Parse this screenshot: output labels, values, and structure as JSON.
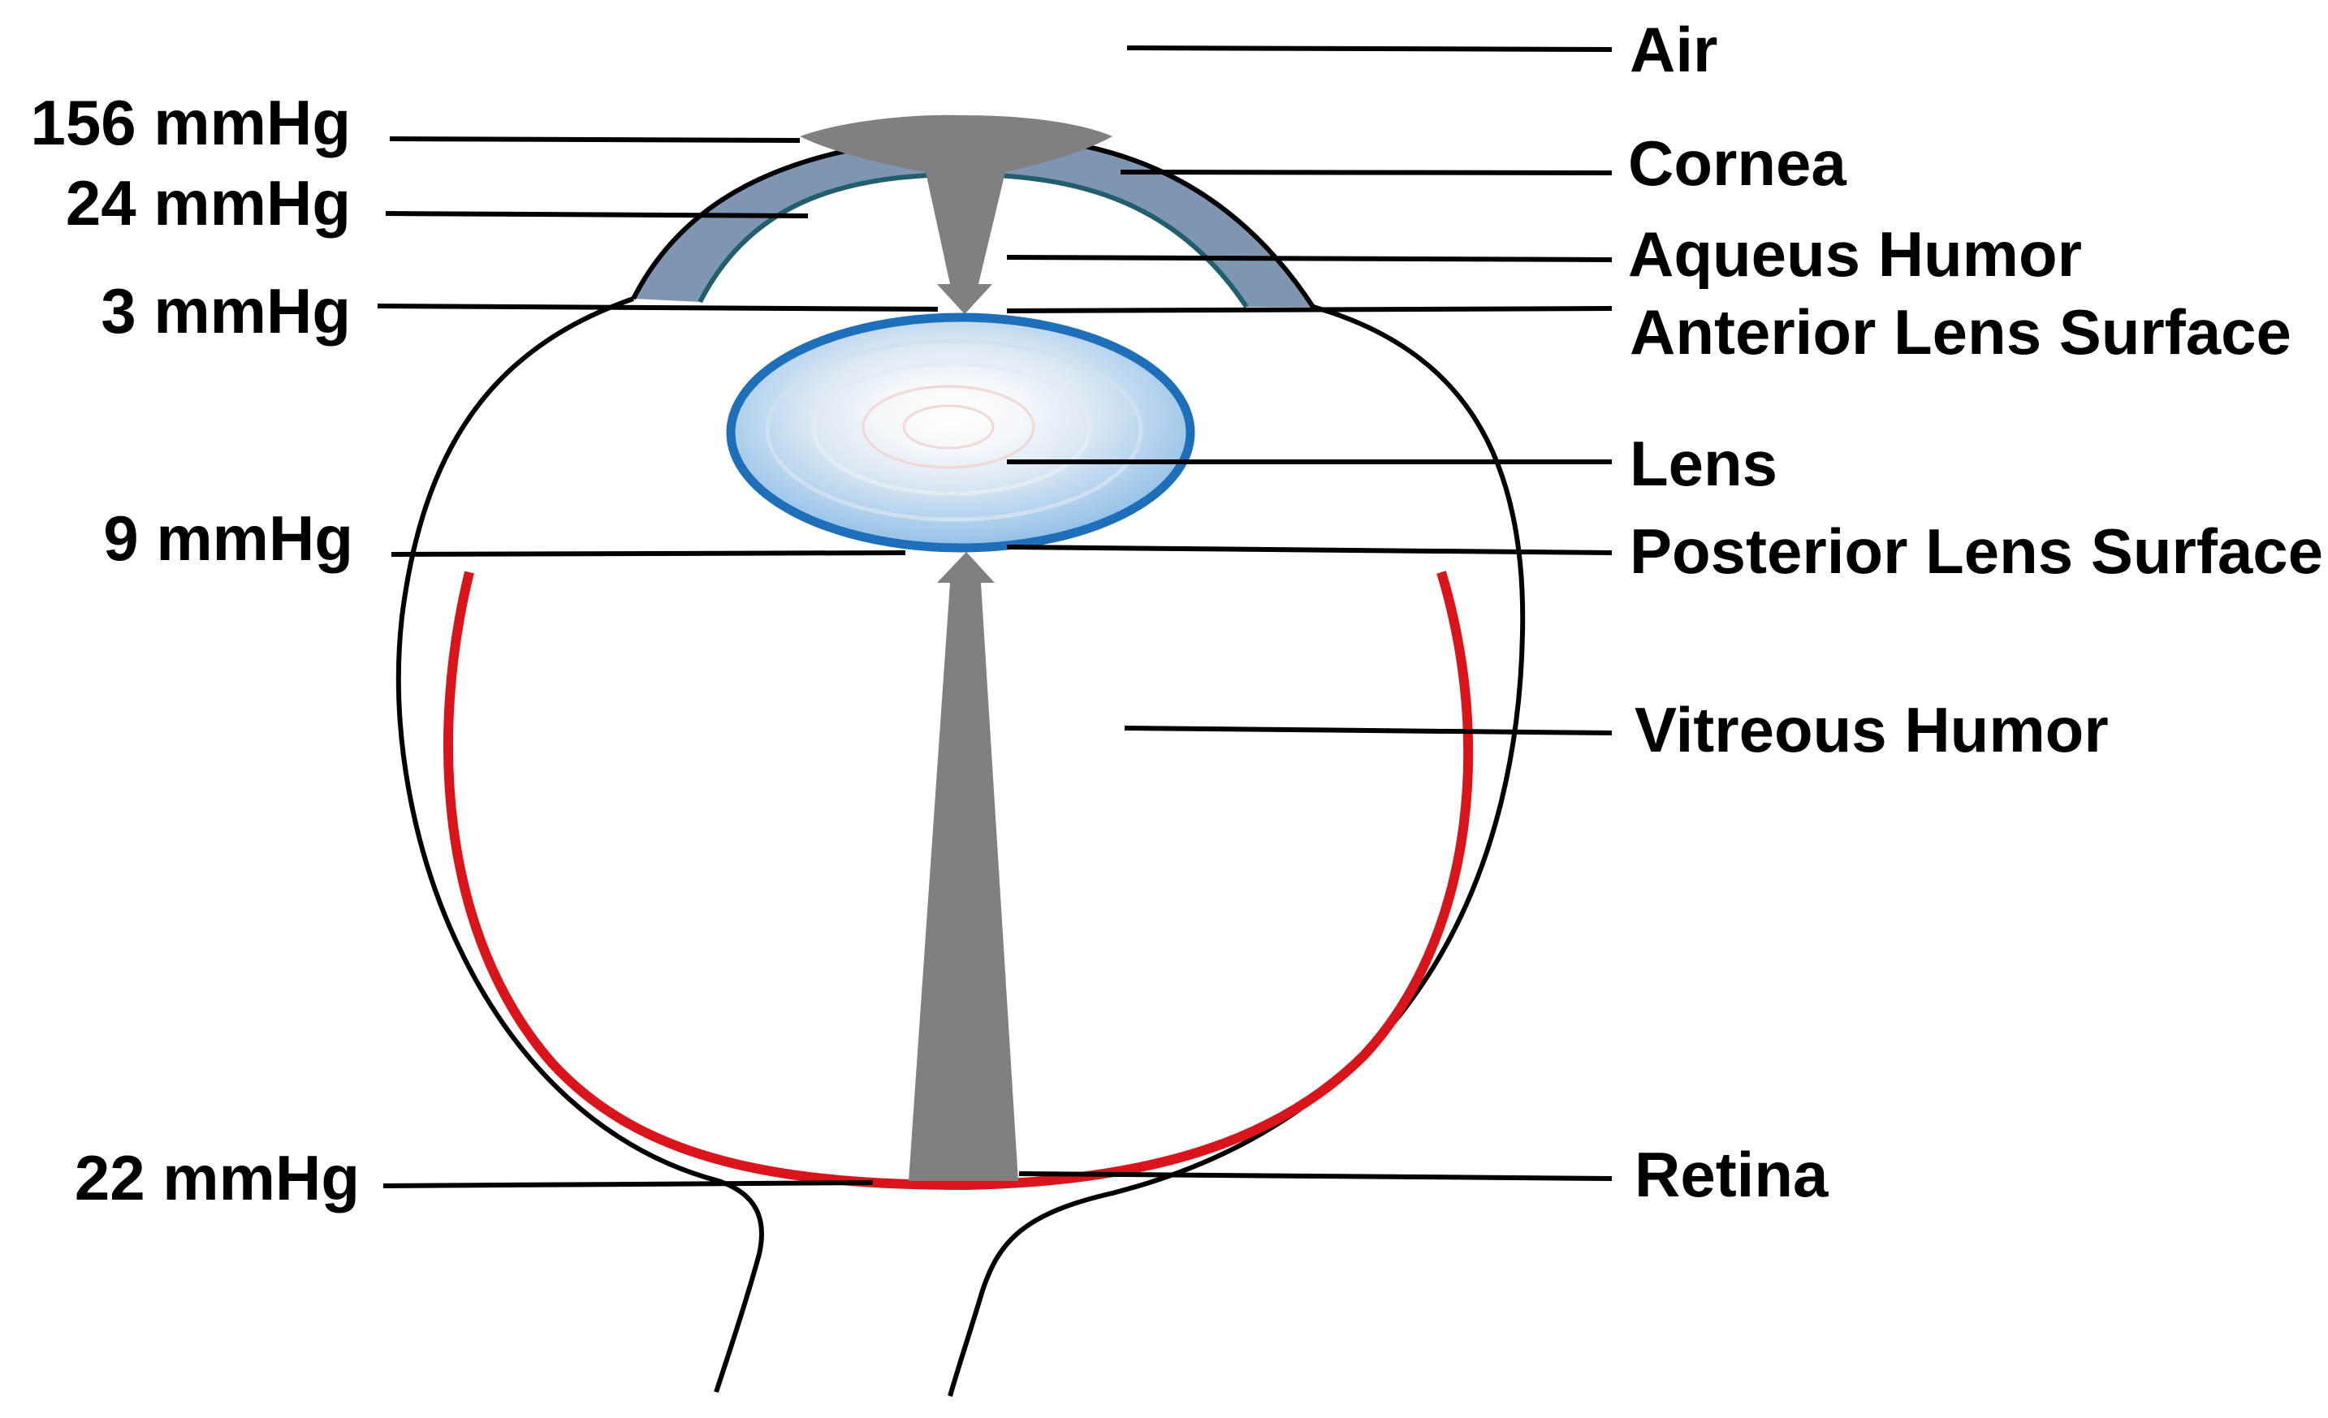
{
  "diagram": {
    "pressure_labels": [
      "156 mmHg",
      "24 mmHg",
      "3 mmHg",
      "9 mmHg",
      "22 mmHg"
    ],
    "structure_labels": [
      "Air",
      "Cornea",
      "Aqueus Humor",
      "Anterior Lens Surface",
      "Lens",
      "Posterior Lens Surface",
      "Vitreous Humor",
      "Retina"
    ]
  },
  "colors": {
    "outline": "#000000",
    "cornea": "#7f96b3",
    "cornea_inner_edge": "#215e6e",
    "pressure_arrow": "#808080",
    "lens_rim": "#1e6fba",
    "retina": "#d9151b"
  }
}
